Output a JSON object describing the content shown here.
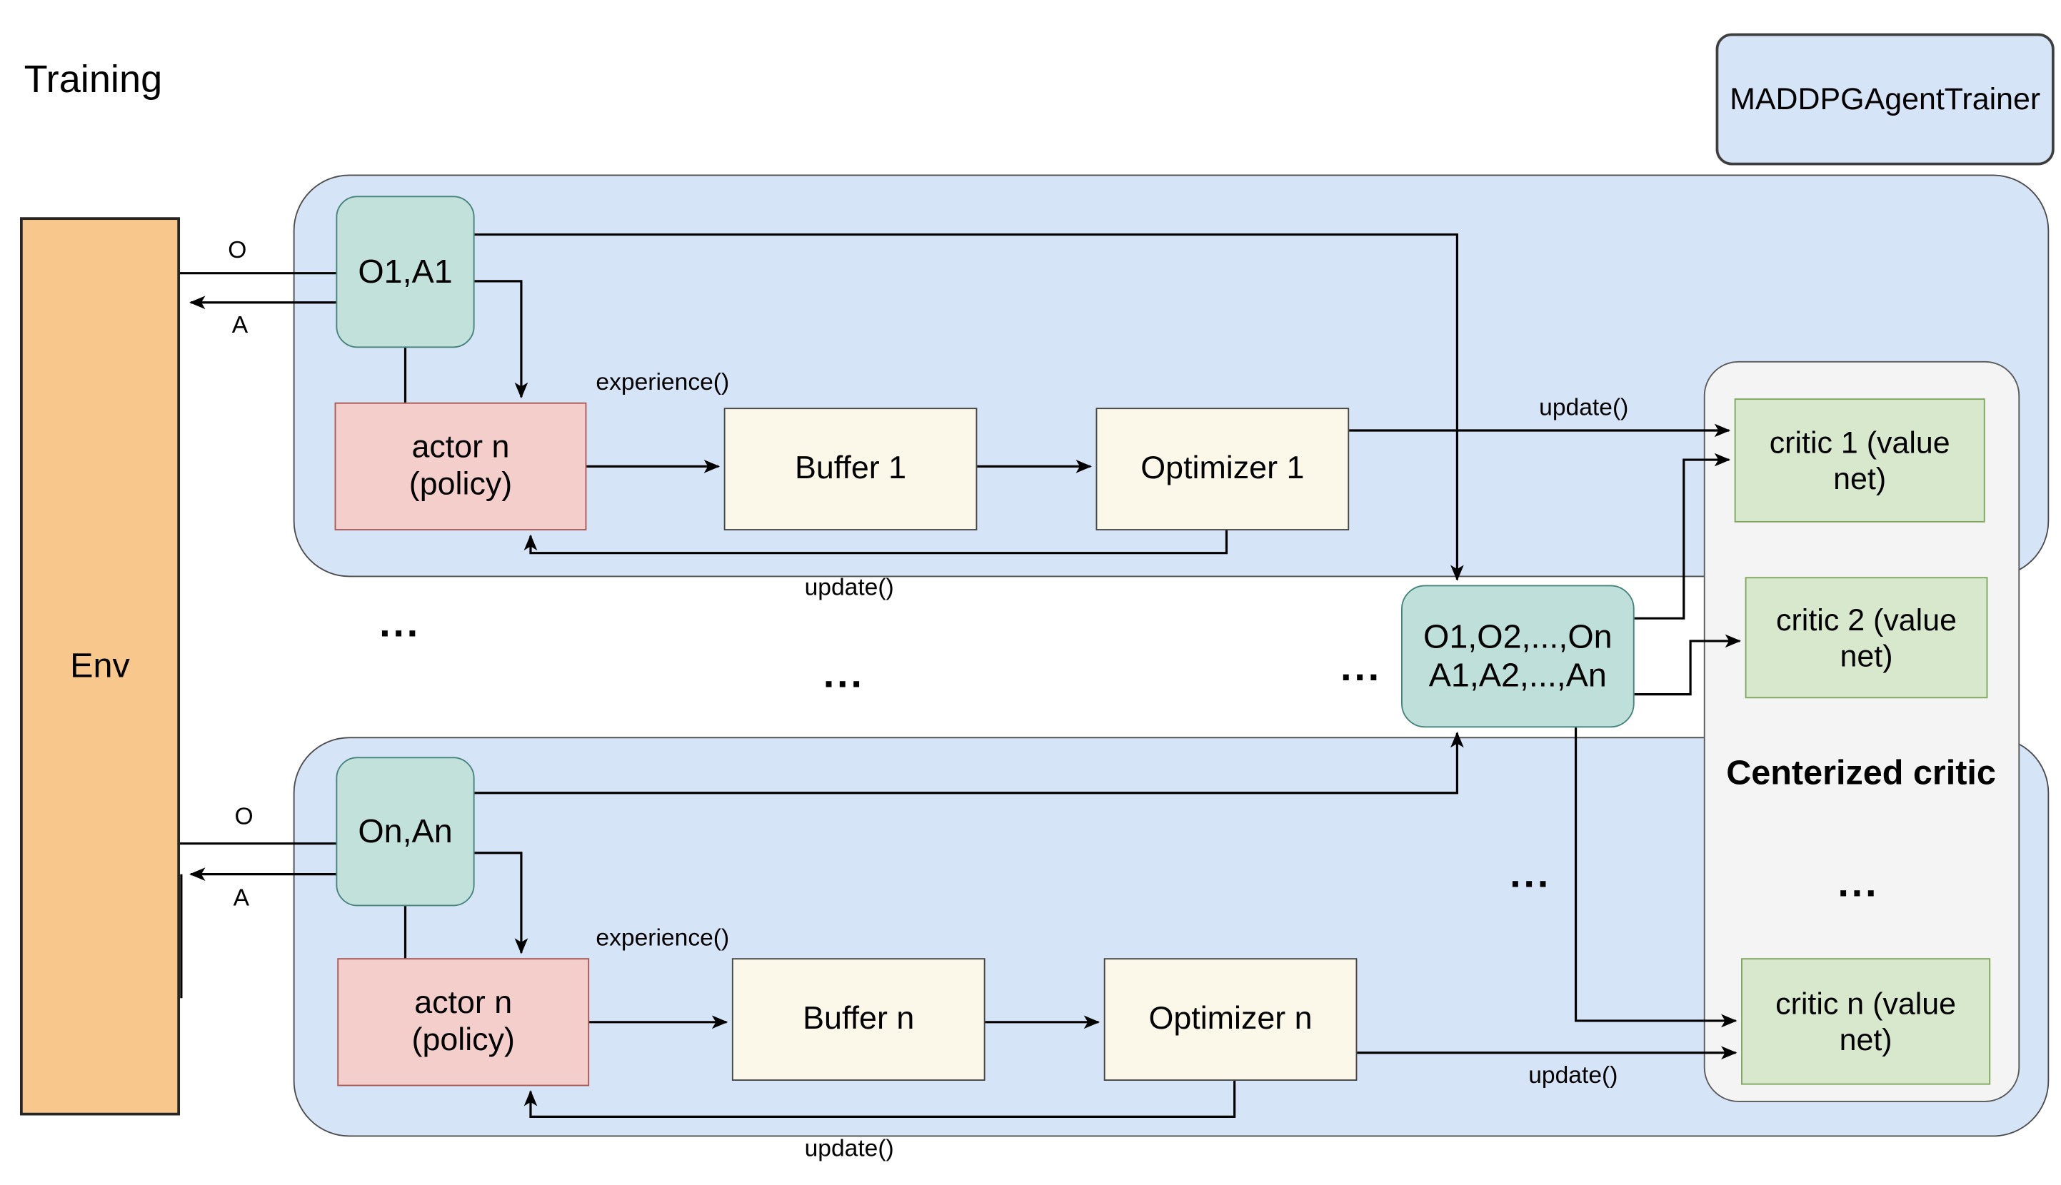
{
  "page_title": "Training",
  "trainer_box": "MADDPGAgentTrainer",
  "env_label": "Env",
  "io_top": {
    "o": "O",
    "a": "A"
  },
  "io_bottom": {
    "o": "O",
    "a": "A"
  },
  "agent_top": {
    "obs_action": "O1,A1",
    "actor_line1": "actor n",
    "actor_line2": "(policy)",
    "buffer": "Buffer 1",
    "optimizer": "Optimizer 1",
    "experience_label": "experience()",
    "update_loop_label": "update()",
    "update_critic_label": "update()"
  },
  "agent_bottom": {
    "obs_action": "On,An",
    "actor_line1": "actor n",
    "actor_line2": "(policy)",
    "buffer": "Buffer n",
    "optimizer": "Optimizer n",
    "experience_label": "experience()",
    "update_loop_label": "update()",
    "update_critic_label": "update()"
  },
  "combined_box": {
    "line1": "O1,O2,...,On",
    "line2": "A1,A2,...,An"
  },
  "critic_panel": {
    "title": "Centerized critic",
    "critic1": "critic 1 (value net)",
    "critic2": "critic 2 (value net)",
    "critic_n": "critic n (value net)",
    "ellipsis": "..."
  },
  "ellipses": {
    "below_obs1": "...",
    "middle_gap": "...",
    "left_of_combined": "...",
    "right_of_combined": "..."
  },
  "colors": {
    "agent_container_fill": "#d6e4f7",
    "teal_fill": "#c2e1db",
    "teal_stroke": "#45837b",
    "actor_fill": "#f4cecb",
    "actor_stroke": "#a85855",
    "buffer_fill": "#fbf7e9",
    "critic_fill": "#d8e8cd",
    "critic_stroke": "#7fa55f",
    "env_fill": "#f7c78c",
    "panel_fill": "#f4f4f4",
    "wire": "#000000"
  }
}
